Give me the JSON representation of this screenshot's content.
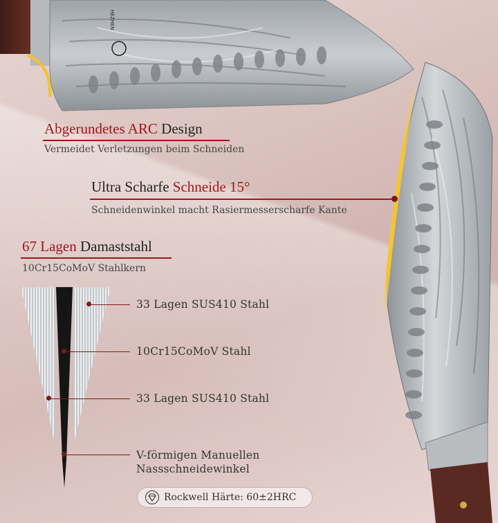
{
  "brand": {
    "logo_text": "HEZHEN"
  },
  "features": [
    {
      "heading_highlight_1": "Abgerundetes ARC",
      "heading_plain": "Design",
      "subtitle": "Vermeidet Verletzungen beim Schneiden"
    },
    {
      "heading_plain": "Ultra Scharfe",
      "heading_highlight": "Schneide 15°",
      "subtitle": "Schneidenwinkel macht Rasiermesserscharfe Kante"
    },
    {
      "heading_highlight": "67 Lagen",
      "heading_plain": "Damaststahl",
      "subtitle": "10Cr15CoMoV Stahlkern"
    }
  ],
  "layers": [
    {
      "label": "33 Lagen SUS410 Stahl"
    },
    {
      "label": "10Cr15CoMoV Stahl"
    },
    {
      "label": "33 Lagen SUS410 Stahl"
    },
    {
      "label_line1": "V-förmigen Manuellen",
      "label_line2": "Nassschneidewinkel"
    }
  ],
  "badge": {
    "icon": "diamond-icon",
    "text": "Rockwell Härte: 60±2HRC"
  },
  "colors": {
    "accent": "#a3141a",
    "text": "#333333",
    "handle": "#5a2a22"
  }
}
